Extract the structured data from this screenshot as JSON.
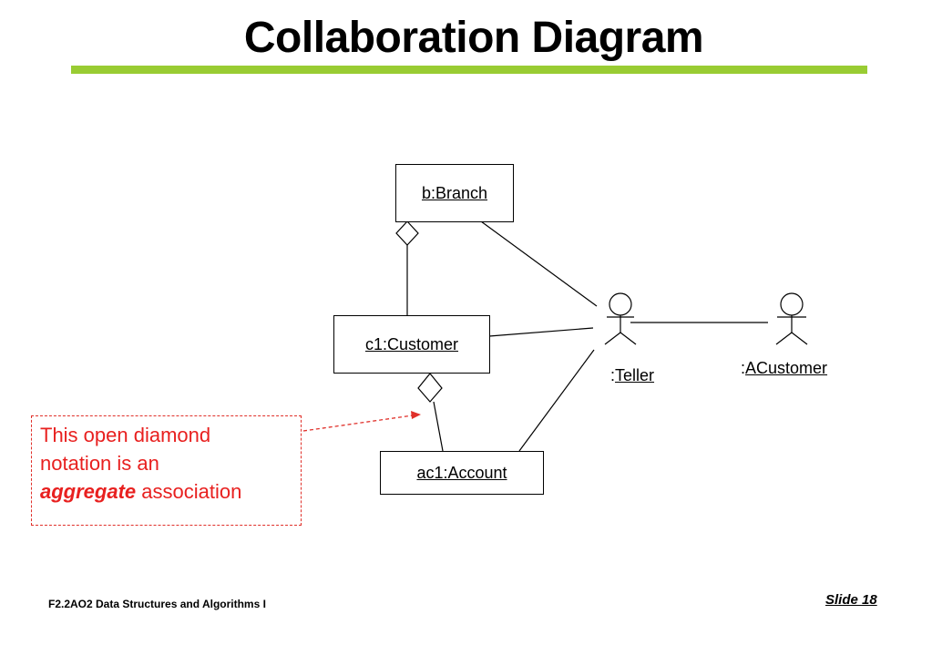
{
  "slide": {
    "title": "Collaboration Diagram",
    "accent_color": "#99cc33",
    "footer_course": "F2.2AO2 Data Structures and Algorithms I",
    "footer_slide": "Slide 18"
  },
  "diagram": {
    "objects": {
      "branch": "b:Branch",
      "customer": "c1:Customer",
      "account": "ac1:Account"
    },
    "actors": {
      "teller_prefix": ":",
      "teller_name": "Teller",
      "acustomer_prefix": ":",
      "acustomer_name": "ACustomer"
    },
    "note": {
      "line1": "This open diamond",
      "line2": "notation is an",
      "emphasis": "aggregate",
      "tail": " association",
      "color": "#e8201f"
    }
  }
}
